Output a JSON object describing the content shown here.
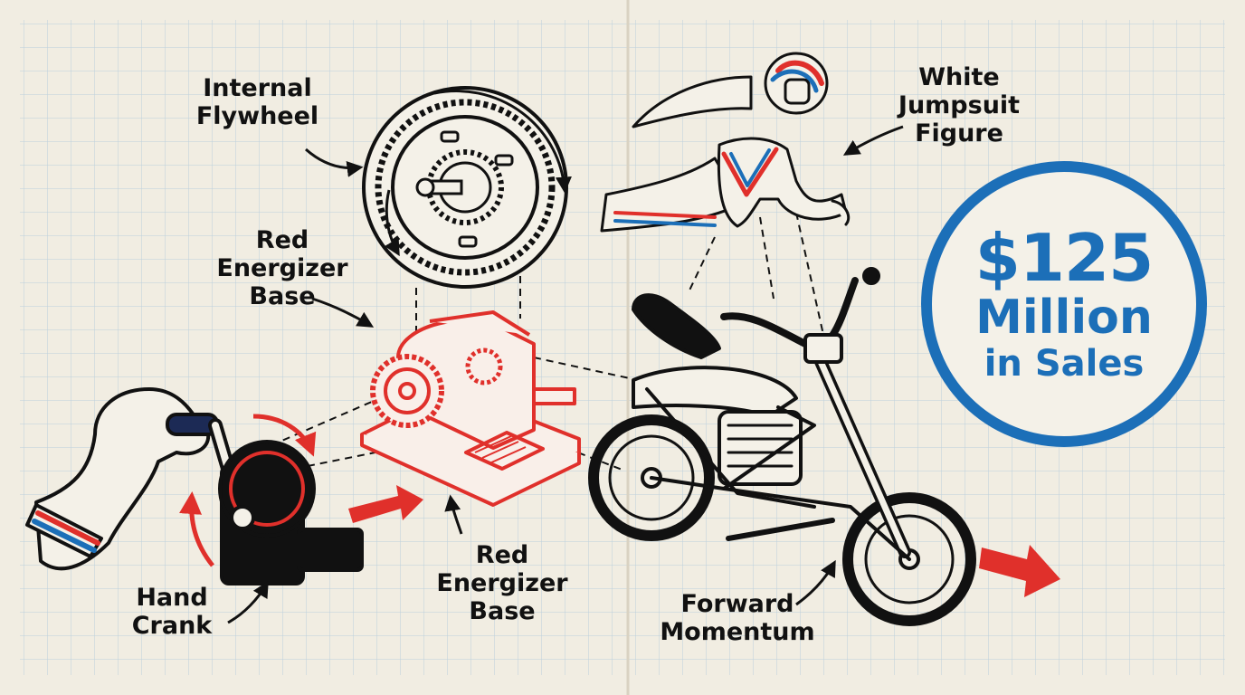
{
  "labels": {
    "flywheel": [
      "Internal",
      "Flywheel"
    ],
    "red_base_top": [
      "Red",
      "Energizer",
      "Base"
    ],
    "red_base_bottom": [
      "Red",
      "Energizer",
      "Base"
    ],
    "jumpsuit": [
      "White",
      "Jumpsuit",
      "Figure"
    ],
    "hand_crank": [
      "Hand",
      "Crank"
    ],
    "momentum": [
      "Forward",
      "Momentum"
    ]
  },
  "badge": {
    "amount": "$125",
    "unit": "Million",
    "suffix": "in Sales"
  },
  "colors": {
    "paper": "#f1ede2",
    "grid": "#bcd0dc",
    "red": "#e0302b",
    "blue": "#1c6fb8",
    "ink": "#111111"
  }
}
